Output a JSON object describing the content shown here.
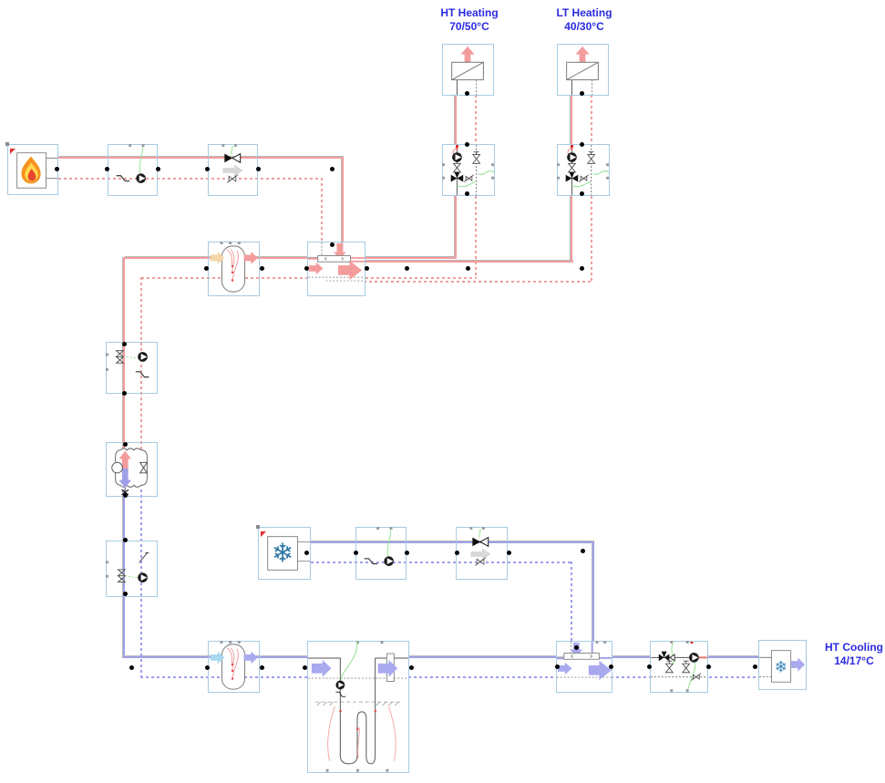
{
  "diagram": {
    "title_labels": {
      "ht_heating": {
        "title": "HT Heating",
        "setpoint": "70/50°C"
      },
      "lt_heating": {
        "title": "LT Heating",
        "setpoint": "40/30°C"
      },
      "ht_cooling": {
        "title": "HT Cooling",
        "setpoint": "14/17°C"
      }
    },
    "icons": {
      "flame_icon": "flame",
      "snowflake_glyph": "❄"
    },
    "colors": {
      "hot_supply": "#f49c9c",
      "hot_return": "#ef9f9f",
      "cold_supply": "#9f9fe8",
      "cold_return": "#9f9fef",
      "control_signal": "#8ee08e",
      "block_border": "#a6cbe3",
      "label_text": "#2b2be0",
      "flame_orange": "#f6921e",
      "snowflake_blue": "#2e76a6"
    },
    "components": [
      "boiler",
      "boiler-pump",
      "boiler-non-return-valve",
      "ht-heating-emitter",
      "lt-heating-emitter",
      "ht-heating-circuit-block",
      "lt-heating-circuit-block",
      "hot-buffer-vessel",
      "hot-manifold",
      "shutoff-pump-block",
      "heat-exchanger",
      "cold-pump-block",
      "chiller",
      "chiller-pump",
      "chiller-non-return-valve",
      "cold-buffer-vessel",
      "borefield-ground-loop",
      "cold-manifold",
      "cooling-circuit-block",
      "ht-cooling-consumer"
    ]
  }
}
